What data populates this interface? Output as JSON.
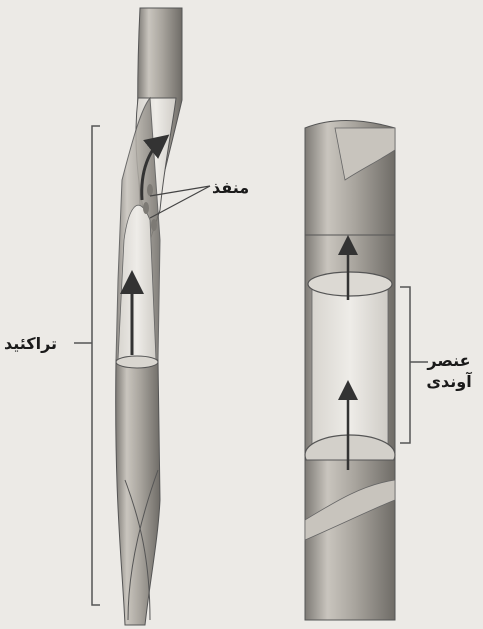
{
  "labels": {
    "pit": "منفذ",
    "tracheid": "تراکئید",
    "vessel_element_line1": "عنصر",
    "vessel_element_line2": "آوندی"
  },
  "colors": {
    "background": "#eceae6",
    "cell_wall": "#b9b5ae",
    "cell_shadow": "#8d8983",
    "arrow": "#333333",
    "bracket": "#555555"
  }
}
